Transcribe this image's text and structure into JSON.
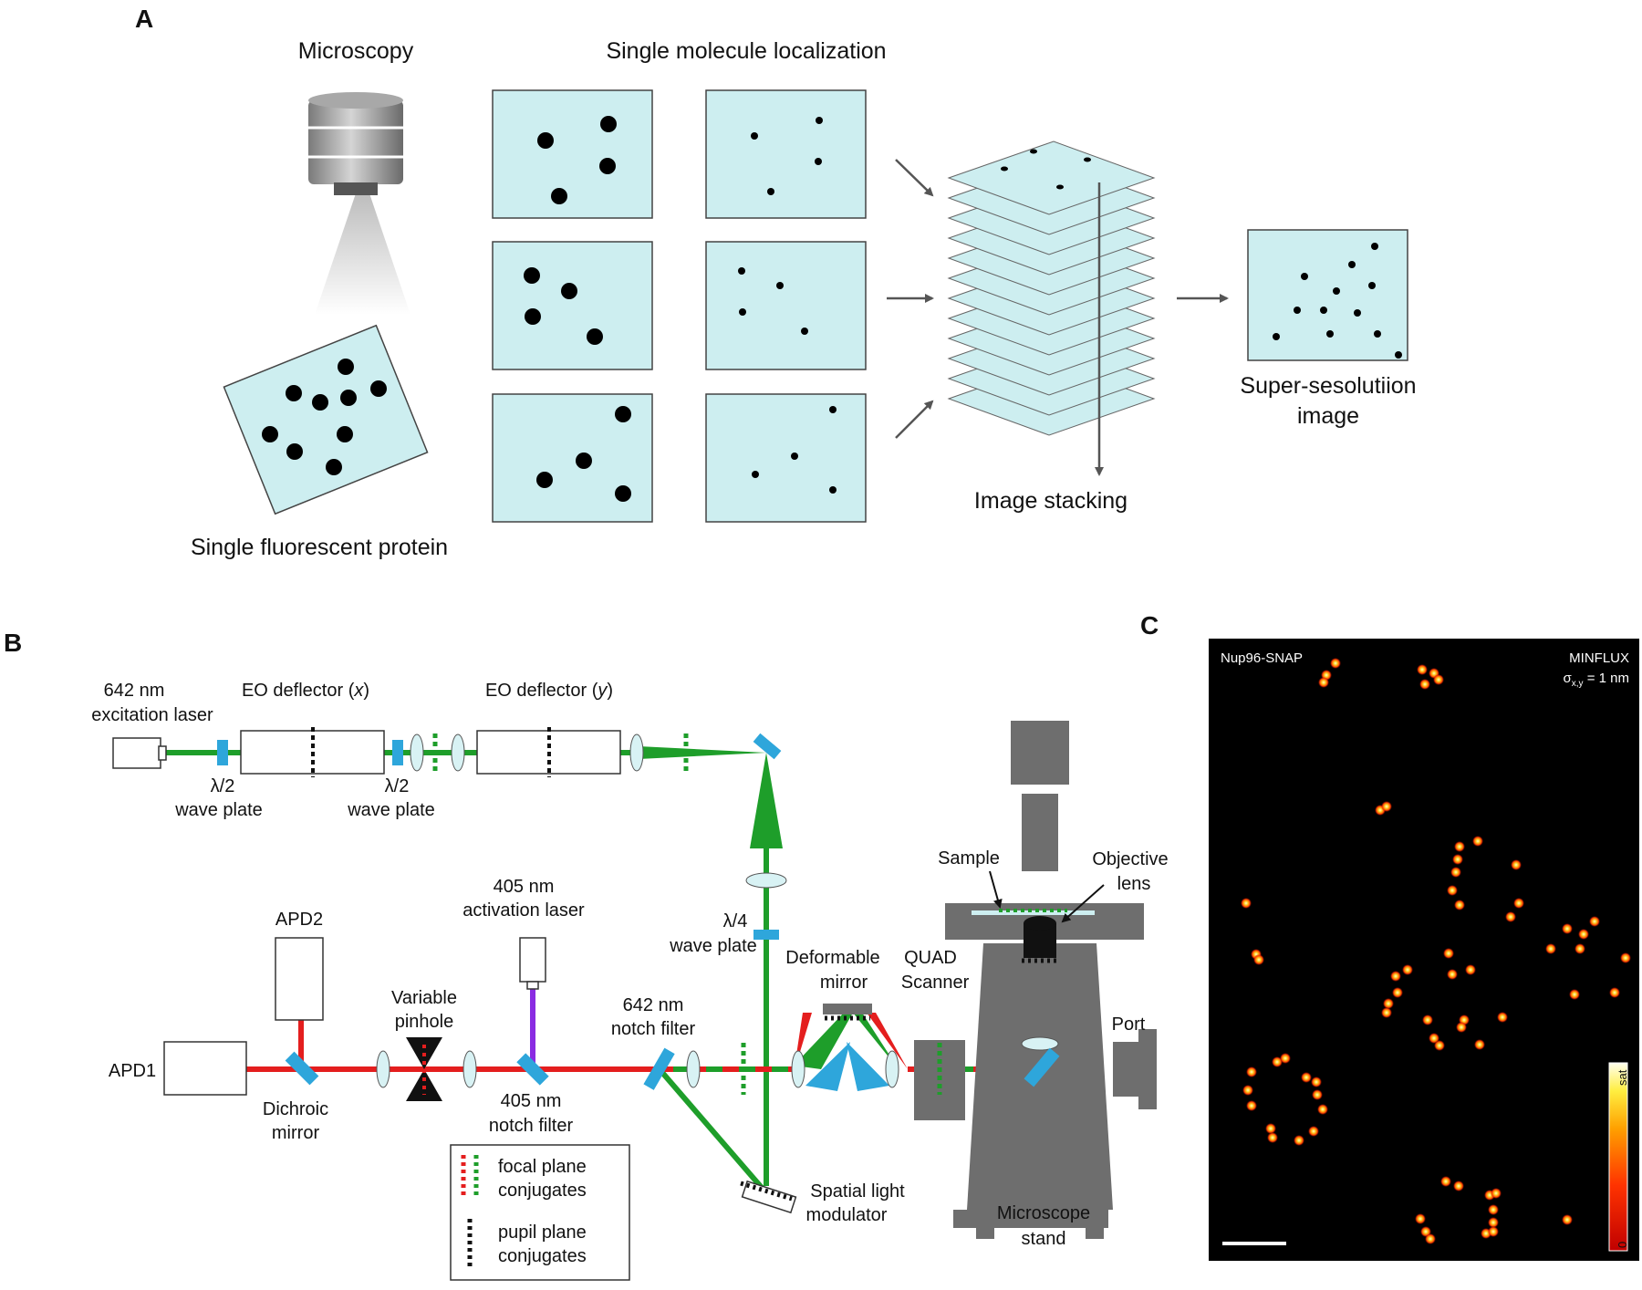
{
  "colors": {
    "frame_fill": "#cdeef0",
    "frame_stroke": "#444444",
    "excitation_beam": "#1e9e2a",
    "detection_beam": "#e41e1e",
    "activation_beam": "#8a2be2",
    "optics_blue": "#2ea6db",
    "instrument_gray": "#6e6e6e",
    "minflux_background": "#000000"
  },
  "panel_a": {
    "letter": "A",
    "microscopy_label": "Microscopy",
    "smlm_label": "Single molecule localization",
    "protein_label": "Single fluorescent protein",
    "stacking_label": "Image stacking",
    "result_label_line1": "Super-sesolutiion",
    "result_label_line2": "image"
  },
  "panel_b": {
    "letter": "B",
    "laser642_line1": "642 nm",
    "laser642_line2": "excitation laser",
    "eo_x_prefix": "EO deflector (",
    "eo_x_axis": "x",
    "eo_y_prefix": "EO deflector (",
    "eo_y_axis": "y",
    "eo_suffix": ")",
    "waveplate_half_1_line1": "λ/2",
    "waveplate_half_1_line2": "wave plate",
    "waveplate_half_2_line1": "λ/2",
    "waveplate_half_2_line2": "wave plate",
    "waveplate_quarter_line1": "λ/4",
    "waveplate_quarter_line2": "wave plate",
    "apd2": "APD2",
    "apd1": "APD1",
    "dichroic_line1": "Dichroic",
    "dichroic_line2": "mirror",
    "pinhole_line1": "Variable",
    "pinhole_line2": "pinhole",
    "laser405_line1": "405 nm",
    "laser405_line2": "activation laser",
    "notch405_line1": "405 nm",
    "notch405_line2": "notch filter",
    "notch642_line1": "642 nm",
    "notch642_line2": "notch filter",
    "deformable_line1": "Deformable",
    "deformable_line2": "mirror",
    "quad_line1": "QUAD",
    "quad_line2": "Scanner",
    "sample": "Sample",
    "objective_line1": "Objective",
    "objective_line2": "lens",
    "port": "Port",
    "slm_line1": "Spatial light",
    "slm_line2": "modulator",
    "stand_line1": "Microscope",
    "stand_line2": "stand",
    "legend_focal_line1": "focal plane",
    "legend_focal_line2": "conjugates",
    "legend_pupil_line1": "pupil plane",
    "legend_pupil_line2": "conjugates"
  },
  "panel_c": {
    "letter": "C",
    "protein_name": "Nup96-SNAP",
    "method": "MINFLUX",
    "precision_symbol": "σ",
    "precision_subscript": "x,y",
    "precision_value": " = 1 nm",
    "colorbar_top": "sat",
    "colorbar_bottom": "0"
  }
}
